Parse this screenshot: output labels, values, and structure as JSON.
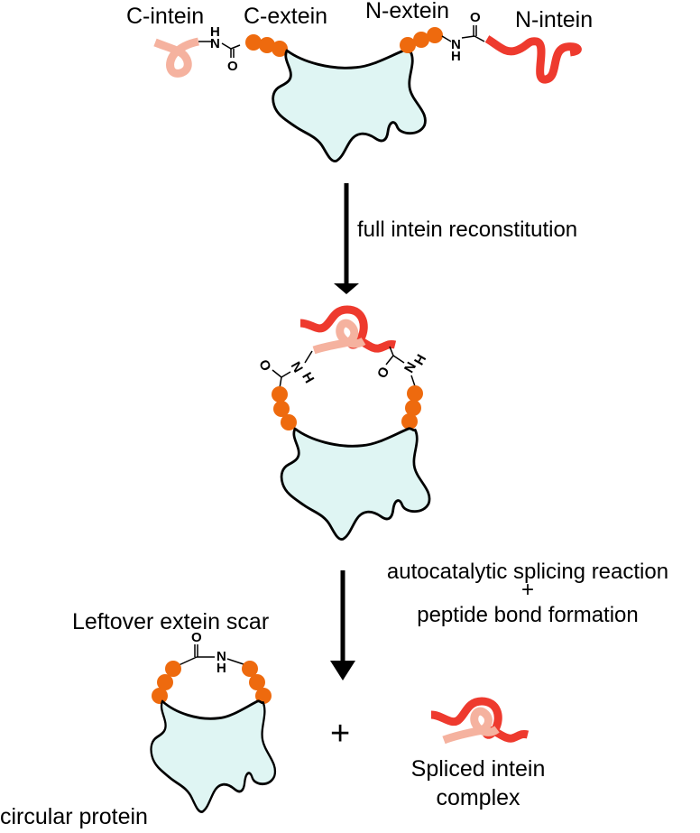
{
  "figure": {
    "type": "intein splicing schematic (protein circularization)",
    "colors": {
      "c_intein": "#f5b29f",
      "n_intein": "#ee3a2e",
      "extein_beads": "#ee6a0e",
      "protein_fill": "#dff5f3",
      "outline": "#000000"
    },
    "stage1": {
      "labels": {
        "c_intein": "C-intein",
        "c_extein": "C-extein",
        "n_extein": "N-extein",
        "n_intein": "N-intein"
      },
      "atoms": {
        "h": "H",
        "n": "N",
        "o": "O"
      }
    },
    "step1": {
      "label": "full intein reconstitution"
    },
    "stage2": {
      "atoms": {
        "h": "H",
        "n": "N",
        "o": "O"
      }
    },
    "step2": {
      "line1": "autocatalytic splicing reaction",
      "plus": "+",
      "line2": "peptide bond formation"
    },
    "products": {
      "scar_label": "Leftover extein scar",
      "circular_label": "circular protein",
      "plus": "+",
      "intein_label_line1": "Spliced intein",
      "intein_label_line2": "complex",
      "atoms": {
        "h": "H",
        "n": "N",
        "o": "O"
      }
    }
  }
}
